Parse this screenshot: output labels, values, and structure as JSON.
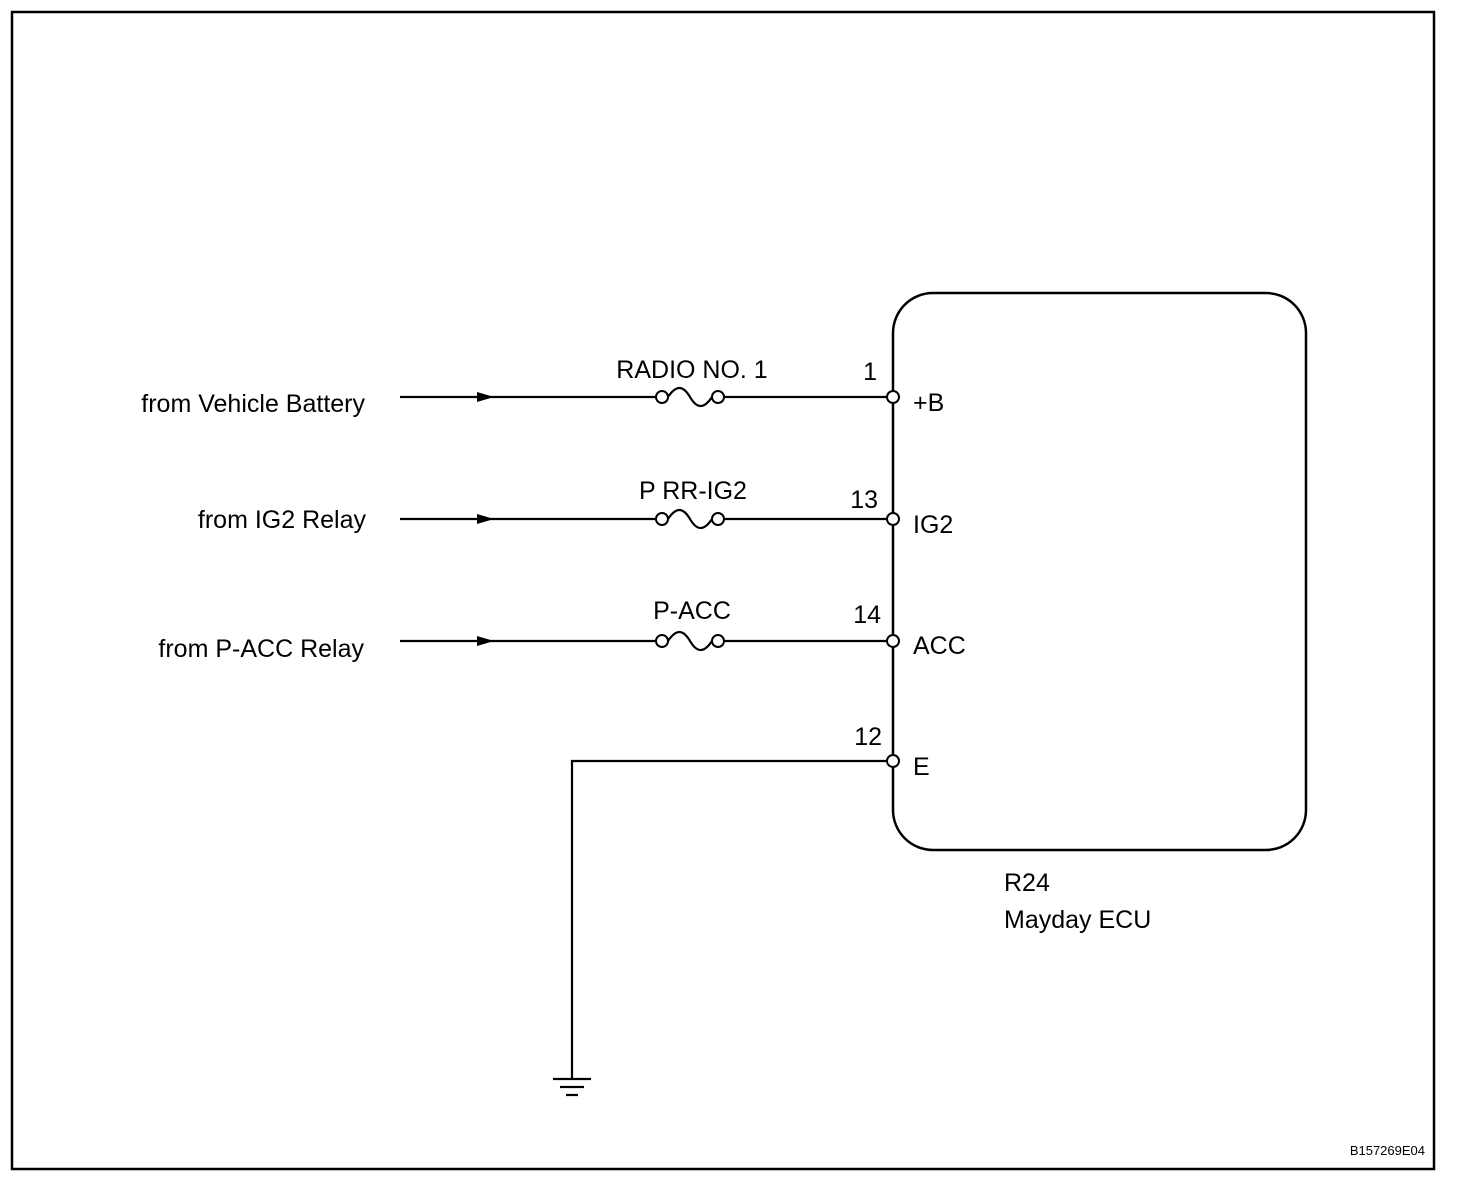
{
  "inputs": [
    {
      "source": "from Vehicle Battery",
      "fuse": "RADIO NO. 1",
      "pin": "1",
      "terminal": "+B"
    },
    {
      "source": "from IG2 Relay",
      "fuse": "P RR-IG2",
      "pin": "13",
      "terminal": "IG2"
    },
    {
      "source": "from P-ACC Relay",
      "fuse": "P-ACC",
      "pin": "14",
      "terminal": "ACC"
    }
  ],
  "ground": {
    "pin": "12",
    "terminal": "E"
  },
  "ecu": {
    "code": "R24",
    "name": "Mayday ECU"
  },
  "figure_id": "B157269E04"
}
